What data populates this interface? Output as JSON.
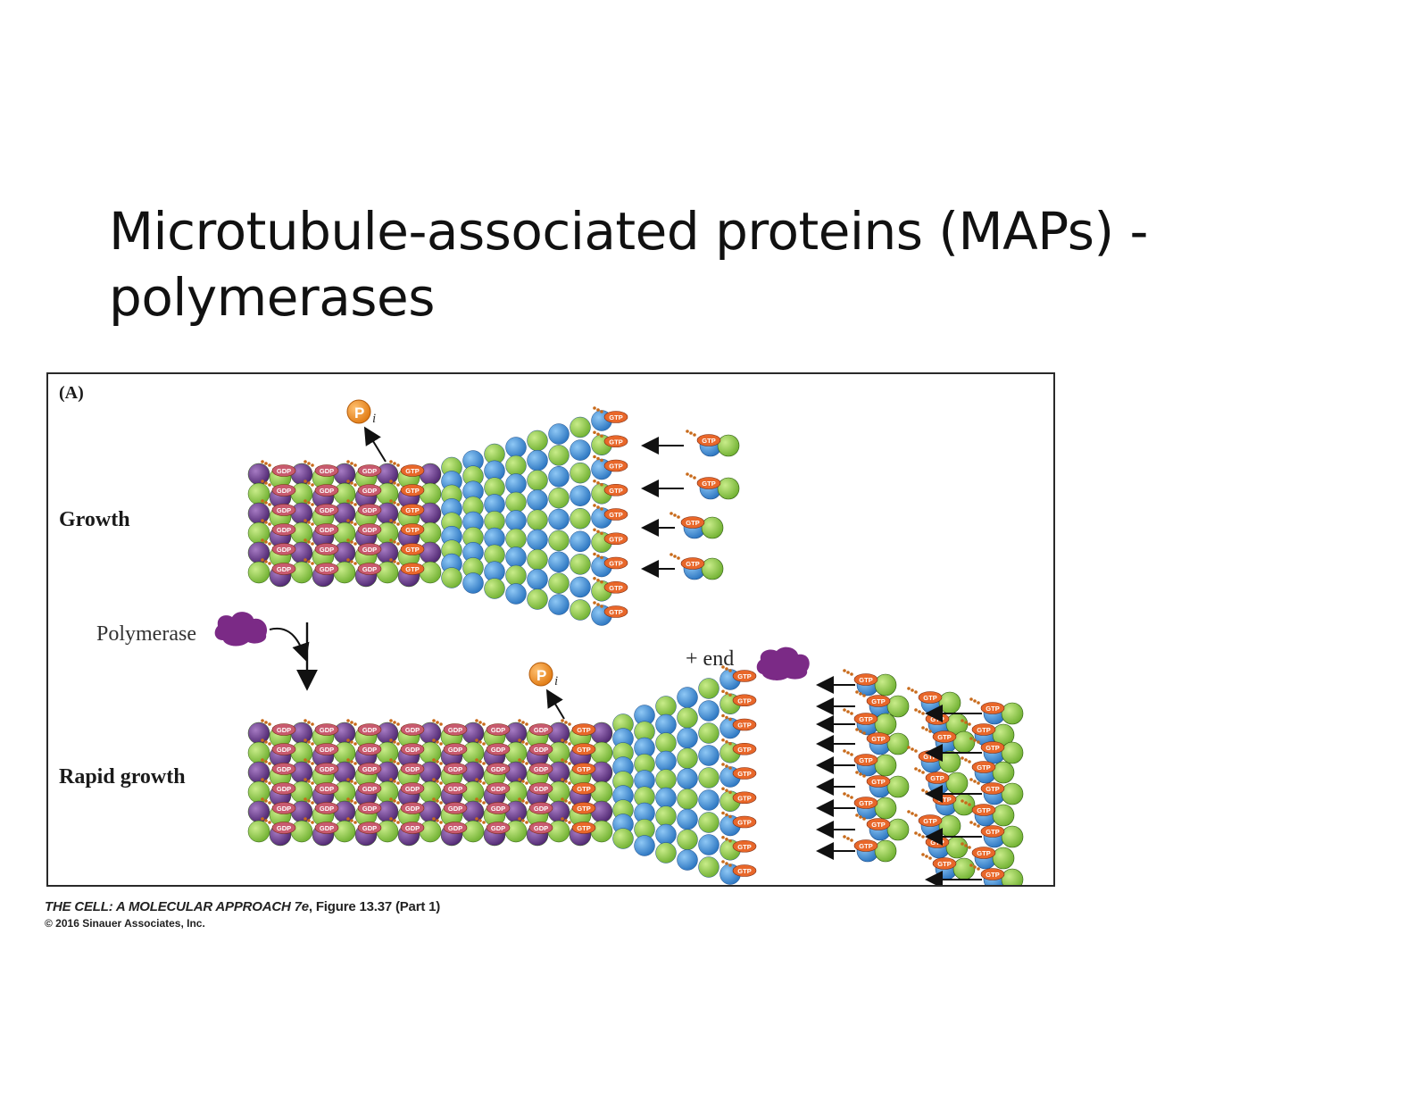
{
  "slide": {
    "title_line1": "Microtubule-associated proteins (MAPs) -",
    "title_line2": "polymerases"
  },
  "figure": {
    "panel_letter": "(A)",
    "rows": [
      {
        "label": "Growth"
      },
      {
        "label": "Rapid growth"
      }
    ],
    "polymerase_label": "Polymerase",
    "plus_end_label": "+ end",
    "gdp_label": "GDP",
    "gtp_label": "GTP",
    "phosphate_label": "P",
    "phosphate_subscript": "i",
    "colors": {
      "alpha_tubulin": "#8dc641",
      "beta_tubulin": "#3a8fd6",
      "gdp_beta_tubulin": "#6b3d8e",
      "gtp_badge": "#e8672a",
      "gdp_badge": "#c85a6e",
      "polymerase": "#7b2a86",
      "phosphate": "#ef8a1f"
    }
  },
  "caption": {
    "book_title": "THE CELL: A MOLECULAR APPROACH 7e",
    "figure_ref": ", Figure 13.37 (Part 1)",
    "copyright": "© 2016 Sinauer Associates, Inc."
  }
}
